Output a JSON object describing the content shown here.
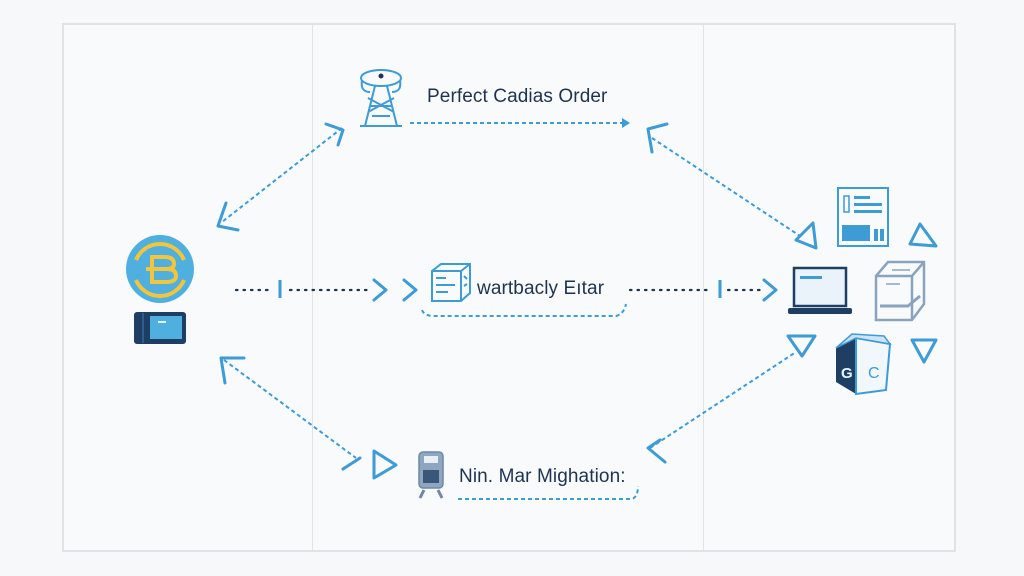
{
  "diagram": {
    "title": "",
    "nodes": {
      "top": {
        "label": "Perfect Cadias Order",
        "icon": "tower-icon"
      },
      "middle": {
        "label": "wartbacly Eıtar",
        "icon": "cube-document-icon"
      },
      "bottom": {
        "label": "Nin. Mar Mighation:",
        "icon": "robot-icon"
      },
      "left": {
        "icons": [
          "bitcoin-coin-icon",
          "wallet-card-icon"
        ]
      },
      "right": {
        "icons": [
          "document-panel-icon",
          "laptop-icon",
          "3d-printer-icon",
          "box-icon"
        ]
      }
    },
    "colors": {
      "accent": "#3d9bd6",
      "dark": "#1e3350",
      "coin_fill": "#4fb0e0",
      "coin_ring": "#f2c53d",
      "divider": "#dfe3e6"
    }
  }
}
